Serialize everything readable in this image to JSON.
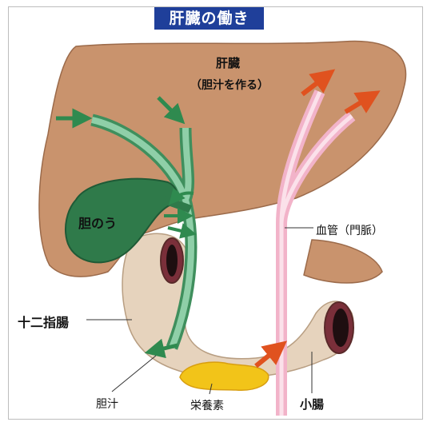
{
  "title": "肝臓の働き",
  "labels": {
    "liver": "肝臓",
    "liver_note": "（胆汁を作る）",
    "gallbladder": "胆のう",
    "duodenum": "十二指腸",
    "blood_vessel": "血管（門脈）",
    "bile": "胆汁",
    "nutrients": "栄養素",
    "small_intestine": "小腸"
  },
  "colors": {
    "title_bg": "#1f3f9a",
    "liver": "#c9936d",
    "gallbladder": "#2f7a4a",
    "bile_duct": "#8fcfa8",
    "bile_arrow": "#2f8a4f",
    "vessel": "#f2b3c9",
    "vessel_arrow": "#e0521f",
    "intestine": "#e6d3bd",
    "nutrients": "#f2c419"
  }
}
